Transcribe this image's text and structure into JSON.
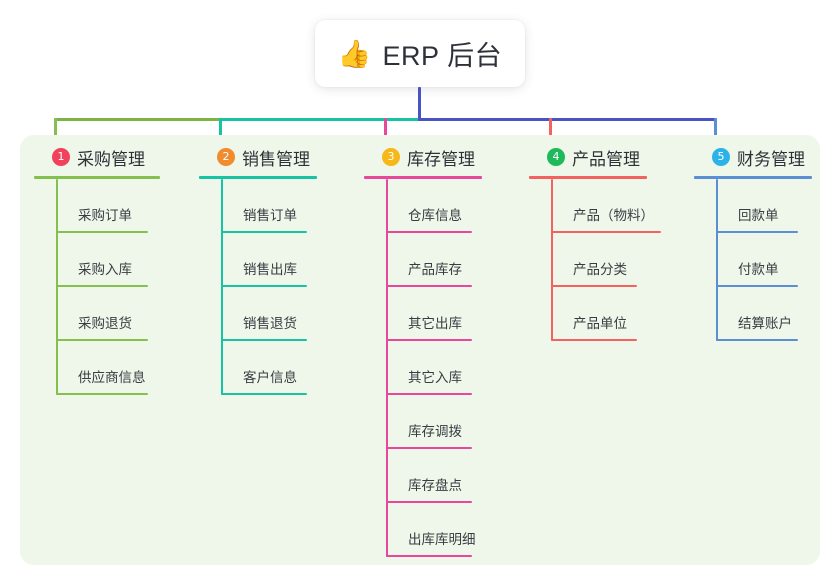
{
  "root": {
    "icon": "thumbs-up-emoji",
    "icon_glyph": "👍",
    "title": "ERP 后台"
  },
  "theme": {
    "panel_bg": "#eef7e9",
    "page_bg": "#ffffff",
    "text": "#2f3138",
    "leaf_text": "#3a3c44",
    "root_stem": "#4a53c4"
  },
  "connectors": {
    "stem_color": "#4a53c4",
    "bar_segments": [
      {
        "name": "bar-green",
        "color": "#7cb342"
      },
      {
        "name": "bar-teal",
        "color": "#17c2a5"
      },
      {
        "name": "bar-indigo",
        "color": "#4a53c4"
      }
    ]
  },
  "columns": [
    {
      "id": "purchase",
      "index": "1",
      "title": "采购管理",
      "color": "#84bf4f",
      "badge_color": "#f2425b",
      "drop_color": "#84bf4f",
      "rule_width": 126,
      "leaf_rule_width": 92,
      "items": [
        {
          "label": "采购订单"
        },
        {
          "label": "采购入库"
        },
        {
          "label": "采购退货"
        },
        {
          "label": "供应商信息"
        }
      ]
    },
    {
      "id": "sales",
      "index": "2",
      "title": "销售管理",
      "color": "#17c2a5",
      "badge_color": "#f08c2e",
      "drop_color": "#17c2a5",
      "rule_width": 118,
      "leaf_rule_width": 86,
      "items": [
        {
          "label": "销售订单"
        },
        {
          "label": "销售出库"
        },
        {
          "label": "销售退货"
        },
        {
          "label": "客户信息"
        }
      ]
    },
    {
      "id": "inventory",
      "index": "3",
      "title": "库存管理",
      "color": "#e8479c",
      "badge_color": "#f5b818",
      "drop_color": "#e8479c",
      "rule_width": 118,
      "leaf_rule_width": 86,
      "items": [
        {
          "label": "仓库信息"
        },
        {
          "label": "产品库存"
        },
        {
          "label": "其它出库"
        },
        {
          "label": "其它入库"
        },
        {
          "label": "库存调拨"
        },
        {
          "label": "库存盘点"
        },
        {
          "label": "出库库明细"
        }
      ]
    },
    {
      "id": "product",
      "index": "4",
      "title": "产品管理",
      "color": "#f4625f",
      "badge_color": "#1eb95a",
      "drop_color": "#f4625f",
      "rule_width": 118,
      "leaf_rule_width": 110,
      "items": [
        {
          "label": "产品（物料）",
          "rule_width": 110
        },
        {
          "label": "产品分类",
          "rule_width": 86
        },
        {
          "label": "产品单位",
          "rule_width": 86
        }
      ]
    },
    {
      "id": "finance",
      "index": "5",
      "title": "财务管理",
      "color": "#5b8fd4",
      "badge_color": "#2bb3e8",
      "drop_color": "#5b8fd4",
      "rule_width": 118,
      "leaf_rule_width": 82,
      "items": [
        {
          "label": "回款单"
        },
        {
          "label": "付款单"
        },
        {
          "label": "结算账户"
        }
      ]
    }
  ]
}
